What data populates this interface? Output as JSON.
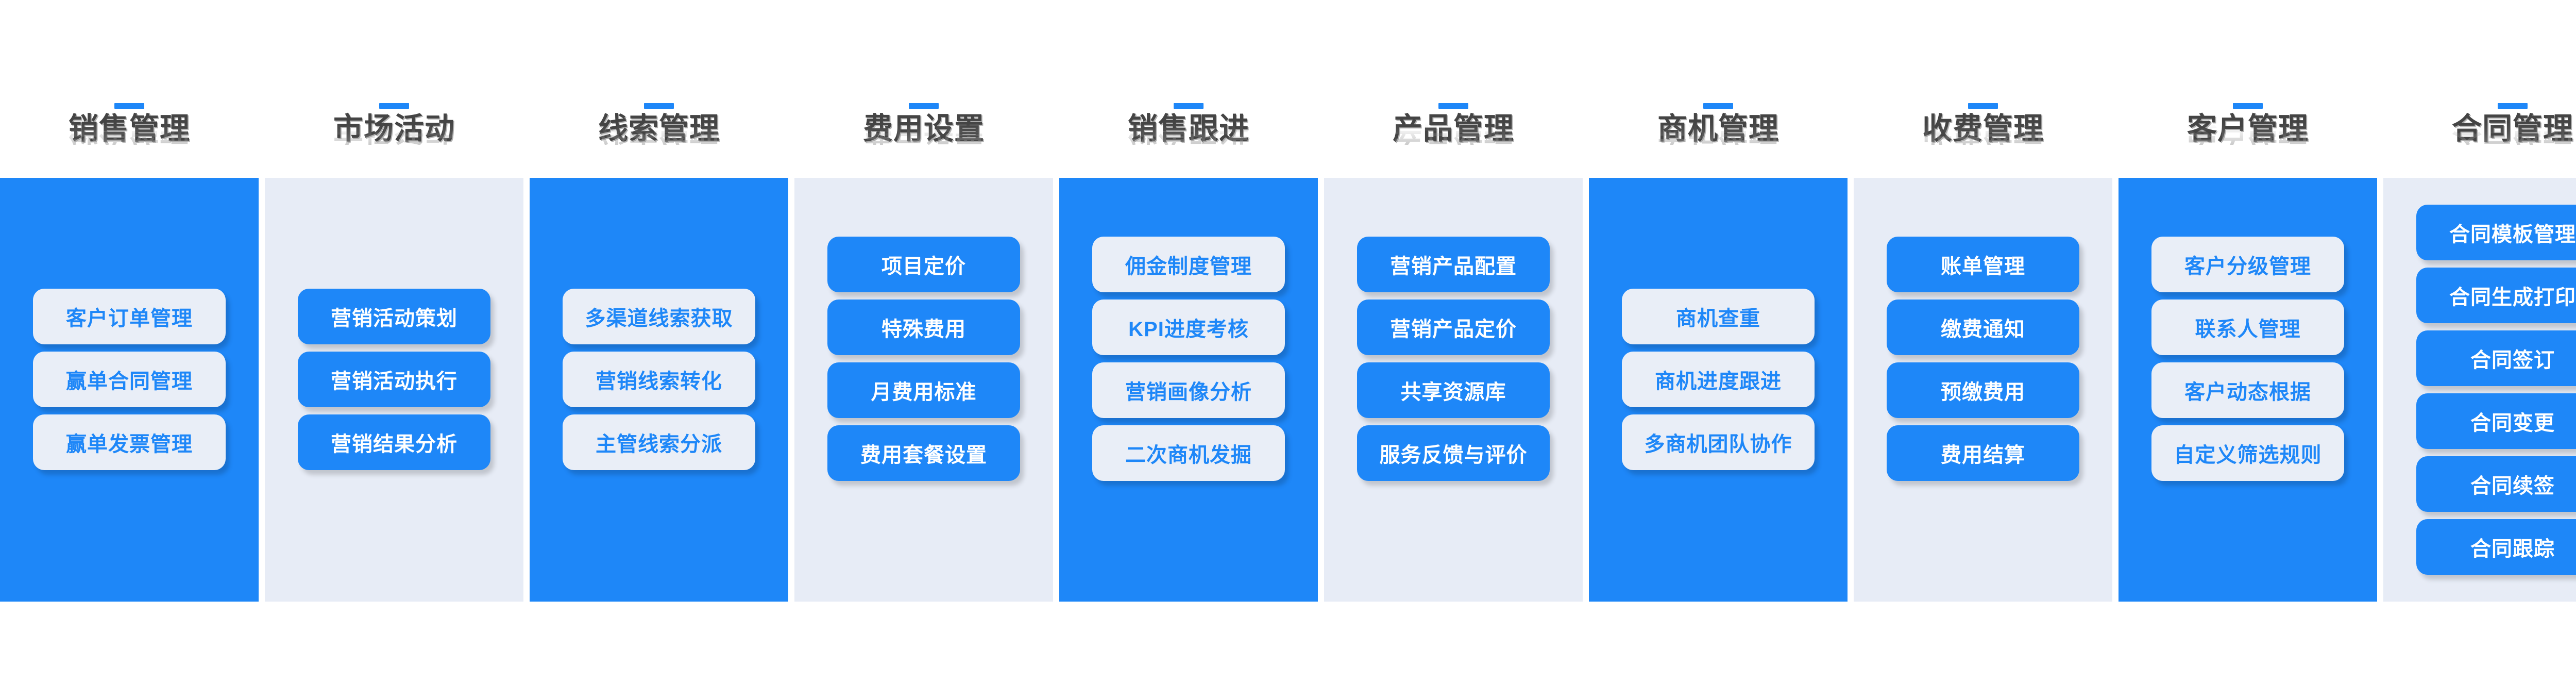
{
  "theme": {
    "accent_blue": "#1e87f8",
    "panel_light": "#e7ecf6",
    "chip_light": "#e9eef7",
    "title_color": "#444444",
    "background": "#ffffff"
  },
  "columns": [
    {
      "title": "销售管理",
      "panel_style": "blue",
      "items": [
        "客户订单管理",
        "赢单合同管理",
        "赢单发票管理"
      ]
    },
    {
      "title": "市场活动",
      "panel_style": "light",
      "items": [
        "营销活动策划",
        "营销活动执行",
        "营销结果分析"
      ]
    },
    {
      "title": "线索管理",
      "panel_style": "blue",
      "items": [
        "多渠道线索获取",
        "营销线索转化",
        "主管线索分派"
      ]
    },
    {
      "title": "费用设置",
      "panel_style": "light",
      "items": [
        "项目定价",
        "特殊费用",
        "月费用标准",
        "费用套餐设置"
      ]
    },
    {
      "title": "销售跟进",
      "panel_style": "blue",
      "items": [
        "佣金制度管理",
        "KPI进度考核",
        "营销画像分析",
        "二次商机发掘"
      ]
    },
    {
      "title": "产品管理",
      "panel_style": "light",
      "items": [
        "营销产品配置",
        "营销产品定价",
        "共享资源库",
        "服务反馈与评价"
      ]
    },
    {
      "title": "商机管理",
      "panel_style": "blue",
      "items": [
        "商机查重",
        "商机进度跟进",
        "多商机团队协作"
      ]
    },
    {
      "title": "收费管理",
      "panel_style": "light",
      "items": [
        "账单管理",
        "缴费通知",
        "预缴费用",
        "费用结算"
      ]
    },
    {
      "title": "客户管理",
      "panel_style": "blue",
      "items": [
        "客户分级管理",
        "联系人管理",
        "客户动态根据",
        "自定义筛选规则"
      ]
    },
    {
      "title": "合同管理",
      "panel_style": "light",
      "items": [
        "合同模板管理",
        "合同生成打印",
        "合同签订",
        "合同变更",
        "合同续签",
        "合同跟踪"
      ]
    }
  ]
}
